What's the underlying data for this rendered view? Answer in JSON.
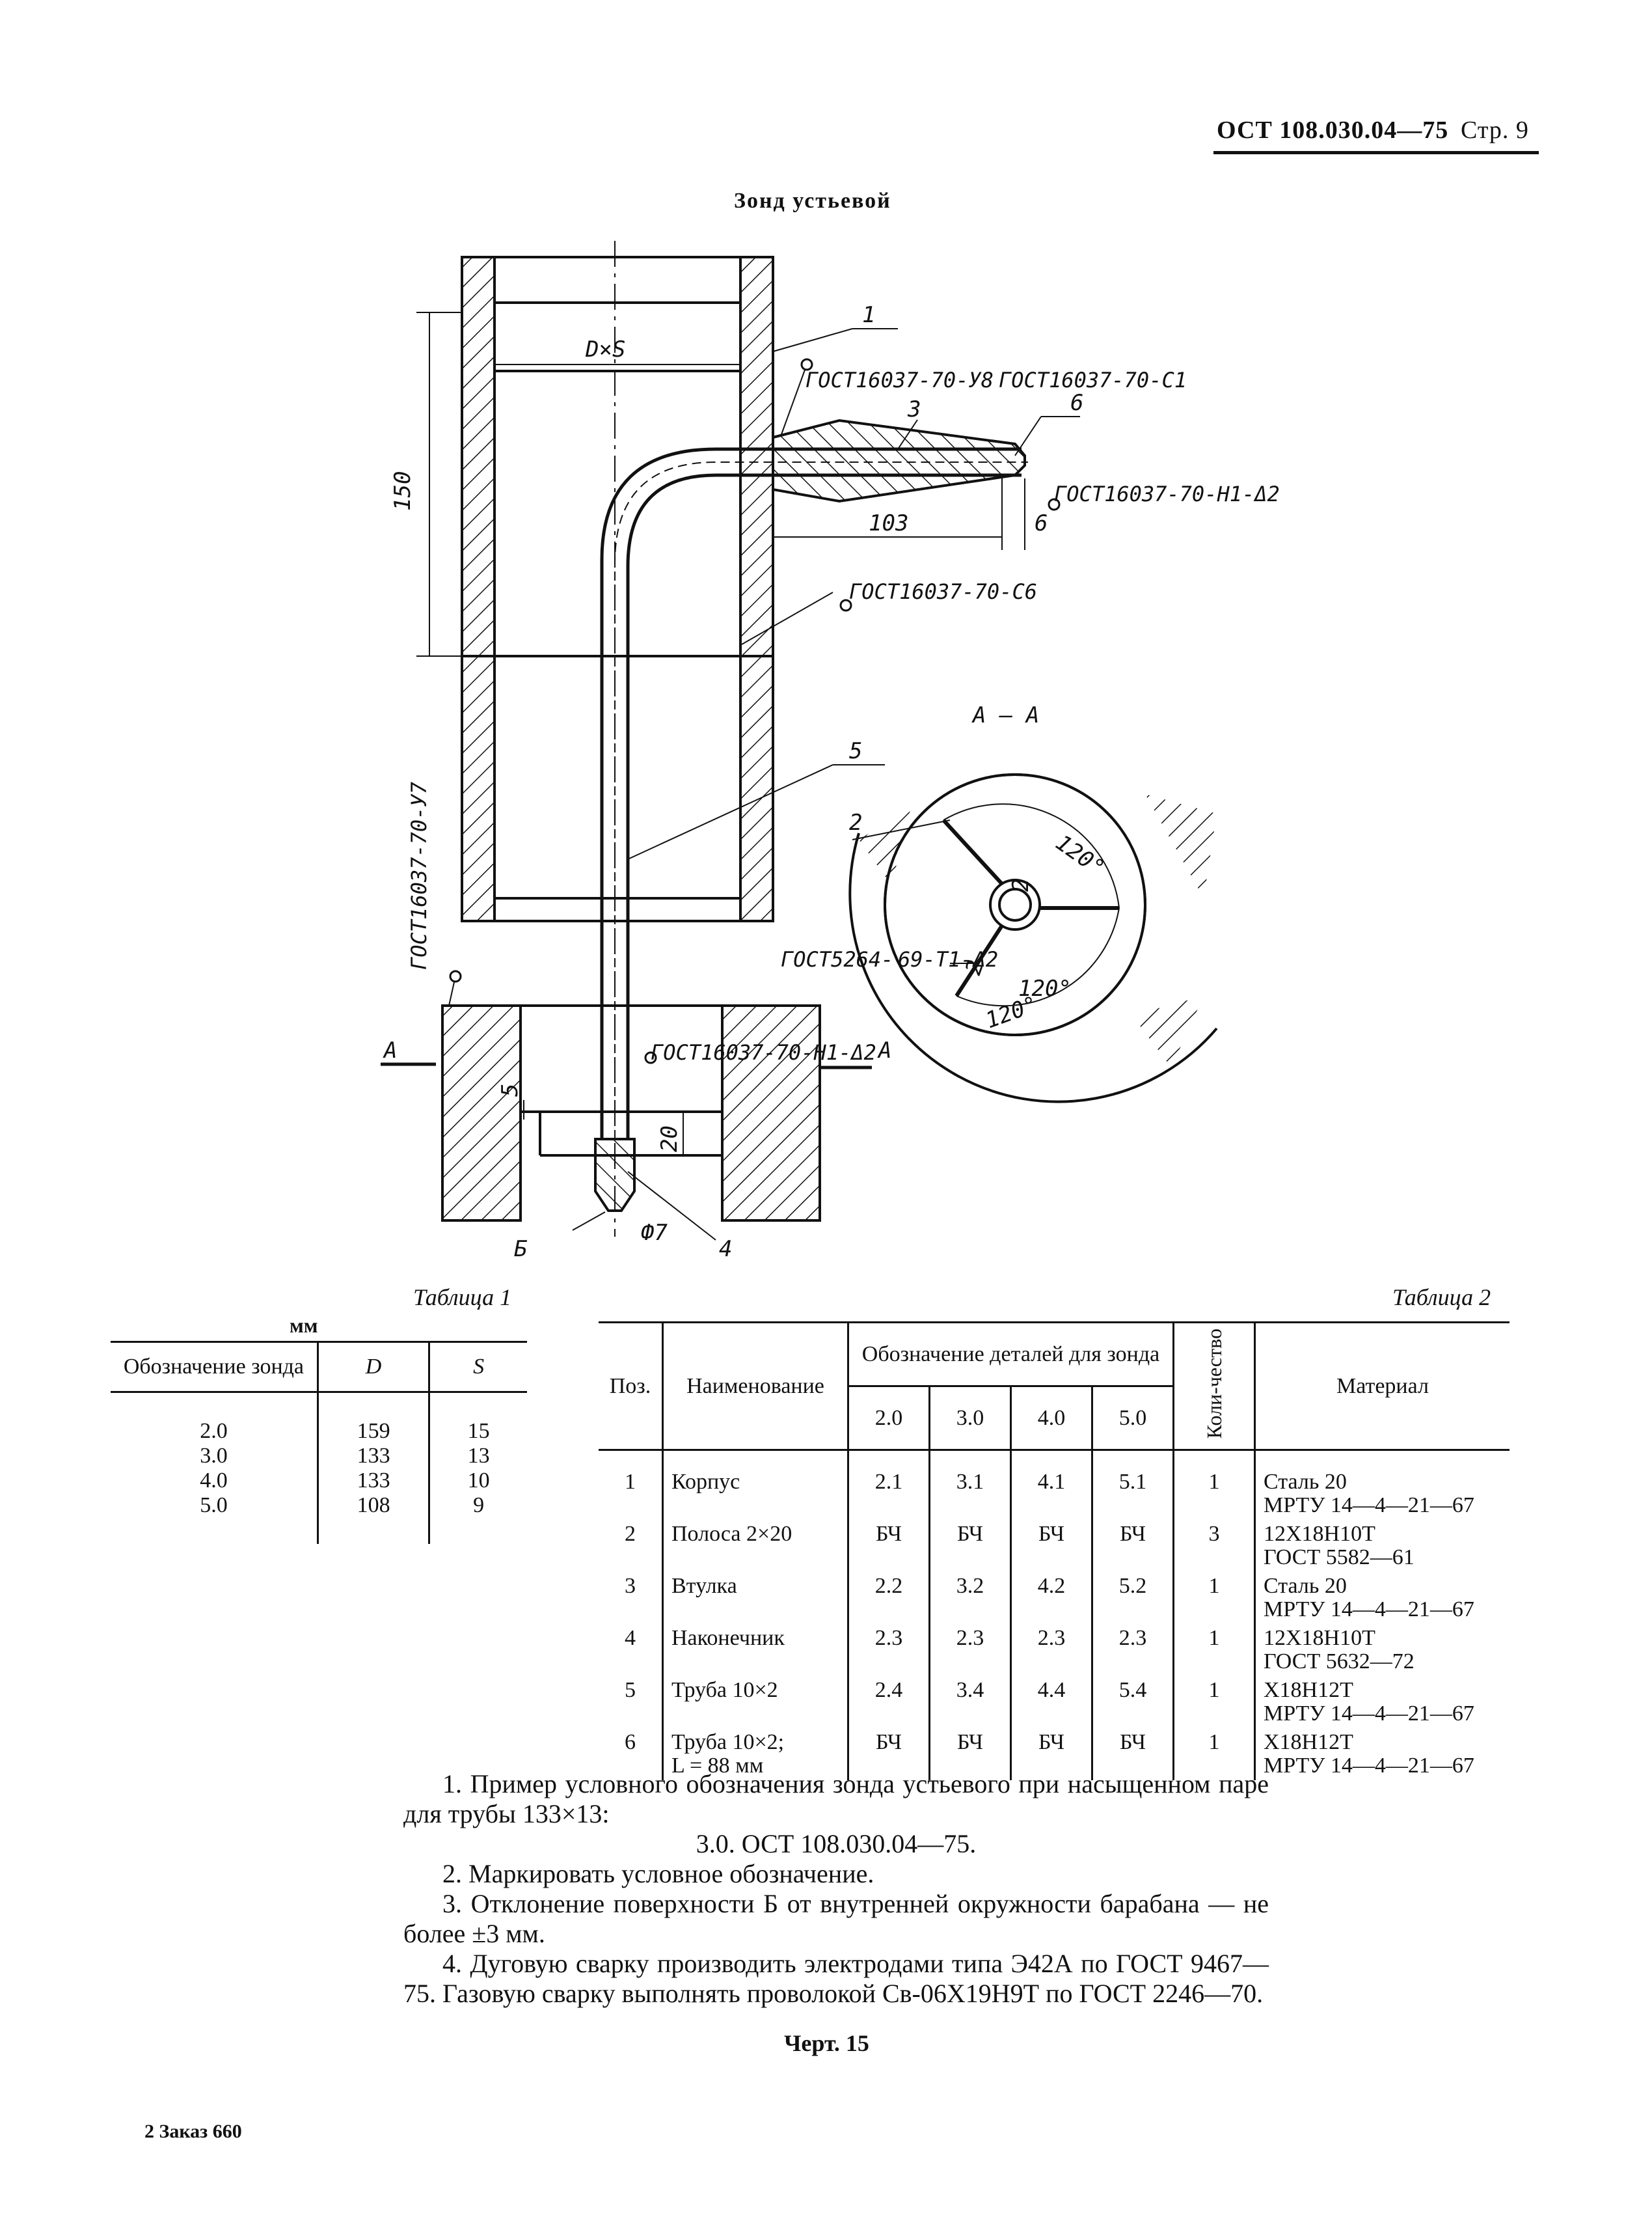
{
  "header": {
    "standard": "ОСТ 108.030.04—75",
    "page": "Стр. 9"
  },
  "drawing": {
    "title": "Зонд устьевой",
    "labels": {
      "dxs": "D×S",
      "dim_150": "150",
      "dim_103": "103",
      "dim_6": "6",
      "dim_5": "5",
      "dim_20": "20",
      "dim_phi7": "Ф7",
      "pos1": "1",
      "pos2": "2",
      "pos3": "3",
      "pos4": "4",
      "pos5": "5",
      "pos6": "6",
      "pos2_sec": "2",
      "pos2_sec_b": "2",
      "b_label": "Б",
      "a_left": "А",
      "a_right": "А",
      "section": "А — А",
      "ang1": "120°",
      "ang2": "120°",
      "ang3": "120°"
    },
    "welds": {
      "w_u8": "ГОСТ16037-70-У8",
      "w_c1": "ГОСТ16037-70-С1",
      "w_h1_top": "ГОСТ16037-70-Н1-Δ2",
      "w_c6": "ГОСТ16037-70-С6",
      "w_u7": "ГОСТ16037-70-У7",
      "w_gost5264": "ГОСТ5264-",
      "w_t1": "69-Т1-Δ2",
      "w_h1_bottom": "ГОСТ16037-70-Н1-Δ2"
    }
  },
  "table1": {
    "caption": "Таблица 1",
    "unit": "мм",
    "headers": [
      "Обозначение зонда",
      "D",
      "S"
    ],
    "rows": [
      [
        "2.0",
        "159",
        "15"
      ],
      [
        "3.0",
        "133",
        "13"
      ],
      [
        "4.0",
        "133",
        "10"
      ],
      [
        "5.0",
        "108",
        "9"
      ]
    ]
  },
  "table2": {
    "caption": "Таблица 2",
    "headers": {
      "pos": "Поз.",
      "name": "Наименование",
      "group": "Обозначение деталей для зонда",
      "sub": [
        "2.0",
        "3.0",
        "4.0",
        "5.0"
      ],
      "qty": "Коли-чество",
      "material": "Материал"
    },
    "rows": [
      {
        "pos": "1",
        "name": "Корпус",
        "v": [
          "2.1",
          "3.1",
          "4.1",
          "5.1"
        ],
        "qty": "1",
        "mat1": "Сталь 20",
        "mat2": "МРТУ 14—4—21—67"
      },
      {
        "pos": "2",
        "name": "Полоса 2×20",
        "v": [
          "БЧ",
          "БЧ",
          "БЧ",
          "БЧ"
        ],
        "qty": "3",
        "mat1": "12Х18Н10Т",
        "mat2": "ГОСТ 5582—61"
      },
      {
        "pos": "3",
        "name": "Втулка",
        "v": [
          "2.2",
          "3.2",
          "4.2",
          "5.2"
        ],
        "qty": "1",
        "mat1": "Сталь 20",
        "mat2": "МРТУ 14—4—21—67"
      },
      {
        "pos": "4",
        "name": "Наконечник",
        "v": [
          "2.3",
          "2.3",
          "2.3",
          "2.3"
        ],
        "qty": "1",
        "mat1": "12Х18Н10Т",
        "mat2": "ГОСТ 5632—72"
      },
      {
        "pos": "5",
        "name": "Труба 10×2",
        "v": [
          "2.4",
          "3.4",
          "4.4",
          "5.4"
        ],
        "qty": "1",
        "mat1": "Х18Н12Т",
        "mat2": "МРТУ 14—4—21—67"
      },
      {
        "pos": "6",
        "name": "Труба 10×2;",
        "name2": "L = 88 мм",
        "v": [
          "БЧ",
          "БЧ",
          "БЧ",
          "БЧ"
        ],
        "qty": "1",
        "mat1": "Х18Н12Т",
        "mat2": "МРТУ 14—4—21—67"
      }
    ]
  },
  "notes": {
    "n1": "1. Пример условного обозначения зонда устьевого при насыщенном паре для трубы 133×13:",
    "n1b": "3.0. ОСТ 108.030.04—75.",
    "n2": "2. Маркировать условное обозначение.",
    "n3": "3. Отклонение поверхности Б от внутренней окружности барабана — не более ±3 мм.",
    "n4": "4. Дуговую сварку производить электродами типа Э42А по ГОСТ 9467—75. Газовую сварку выполнять проволокой Св-06Х19Н9Т по ГОСТ 2246—70."
  },
  "figure_caption": "Черт. 15",
  "footer": "2 Заказ 660"
}
